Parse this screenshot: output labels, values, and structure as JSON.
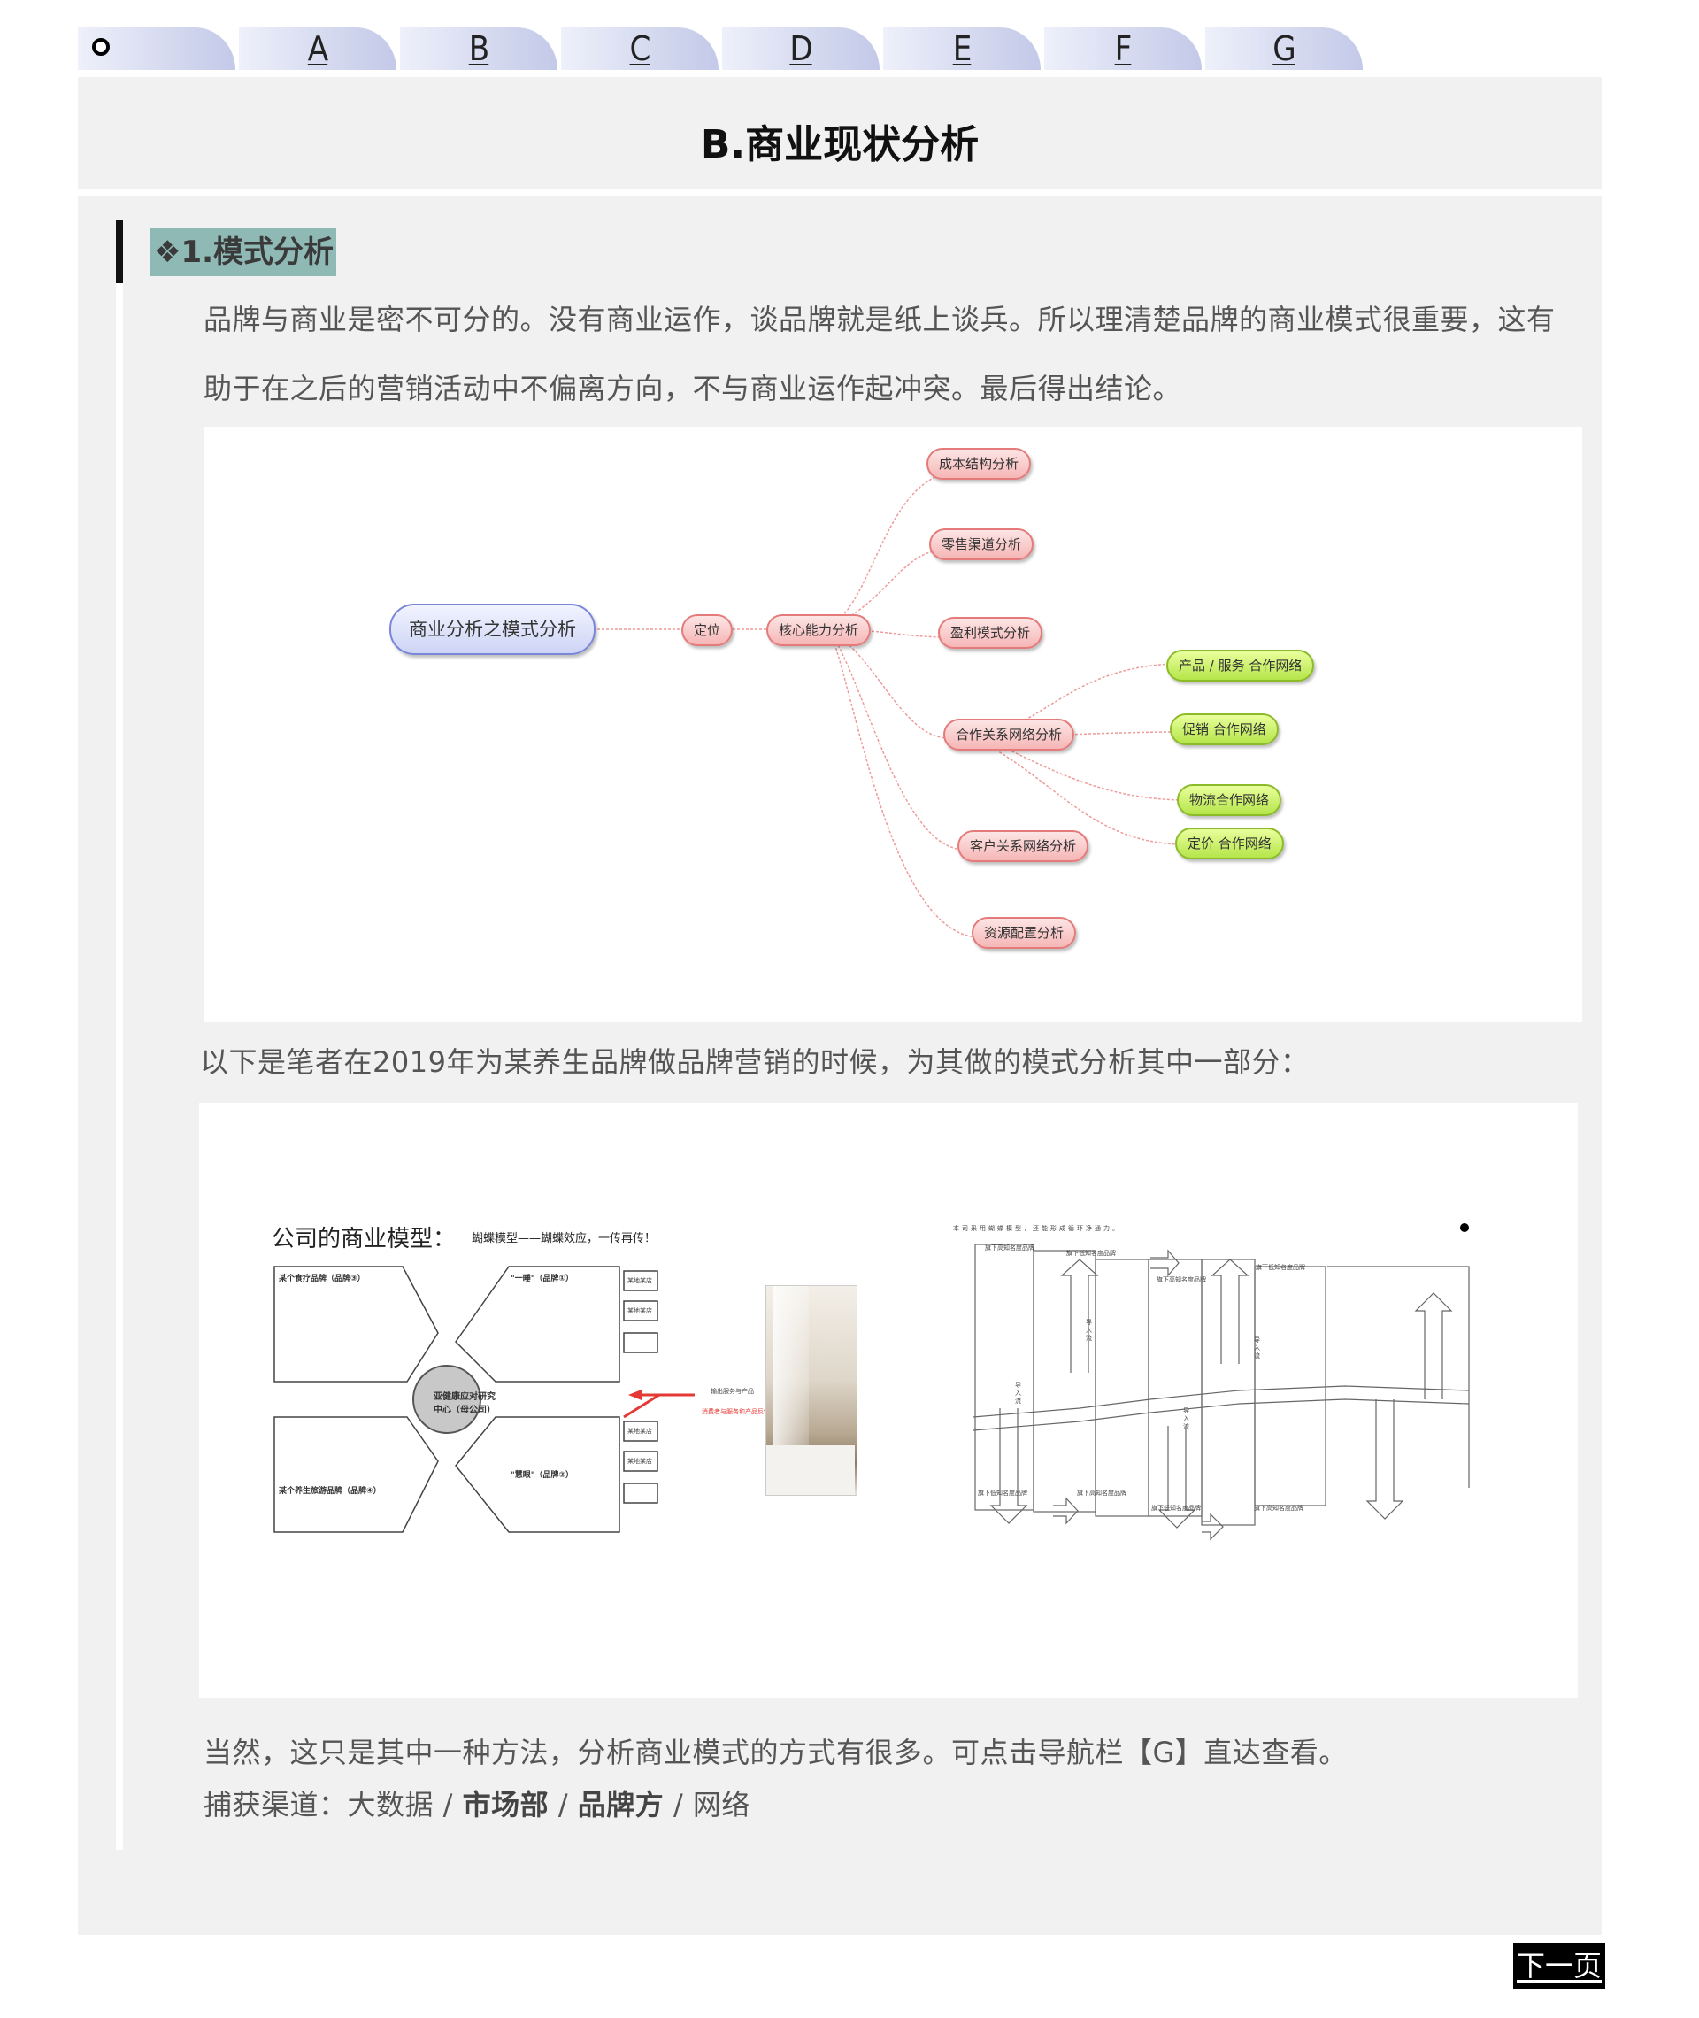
{
  "tabs": [
    "A",
    "B",
    "C",
    "D",
    "E",
    "F",
    "G"
  ],
  "page_title": "B.商业现状分析",
  "section": {
    "tag": "❖1.模式分析",
    "para1_line1": "品牌与商业是密不可分的。没有商业运作，谈品牌就是纸上谈兵。所以理清楚品牌的商业模式很重要，这有",
    "para1_line2": "助于在之后的营销活动中不偏离方向，不与商业运作起冲突。最后得出结论。",
    "para2": "以下是笔者在2019年为某养生品牌做品牌营销的时候，为其做的模式分析其中一部分：",
    "para3": "当然，这只是其中一种方法，分析商业模式的方式有很多。可点击导航栏【G】直达查看。",
    "channels": {
      "prefix": "捕获渠道：大数据 / ",
      "bold1": "市场部",
      "sep": " / ",
      "bold2": "品牌方",
      "suffix": " / 网络"
    }
  },
  "mindmap": {
    "root": "商业分析之模式分析",
    "n1": "定位",
    "n2": "核心能力分析",
    "branches": [
      "成本结构分析",
      "零售渠道分析",
      "盈利模式分析",
      "合作关系网络分析",
      "客户关系网络分析",
      "资源配置分析"
    ],
    "sub": [
      "产品 / 服务 合作网络",
      "促销 合作网络",
      "物流合作网络",
      "定价 合作网络"
    ]
  },
  "butterfly": {
    "title": "公司的商业模型：",
    "subtitle": "蝴蝶模型——蝴蝶效应，一传再传！",
    "center": "亚健康应对研究中心（母公司）",
    "tl_title": "某个食疗品牌（品牌③）",
    "tr_title": "\"一睡\"（品牌①）",
    "bl_title": "某个养生旅游品牌（品牌④）",
    "br_title": "\"慧眼\"（品牌②）",
    "side_label": "某地某店",
    "arrow_label": "输出服务与产品",
    "arrow_label2": "消费者与服务和产品反馈"
  },
  "flow": {
    "header": "本司采用蝴蝶模型，还能形成循环净通力。",
    "labels_top": [
      "旗下高知名度品牌",
      "旗下低知名度品牌",
      "旗下高知名度品牌",
      "旗下低知名度品牌"
    ],
    "labels_bottom": [
      "旗下低知名度品牌",
      "旗下高知名度品牌",
      "旗下低知名度品牌",
      "旗下高知名度品牌"
    ],
    "arrow_text": "导入流"
  },
  "next_label": "下一页",
  "colors": {
    "tab_gradient_end": "#c3c9e8",
    "content_bg": "#f1f1f1",
    "tag_bg": "#8fb9b5",
    "accent_red": "#e57a7a",
    "accent_green": "#b5e54a"
  }
}
